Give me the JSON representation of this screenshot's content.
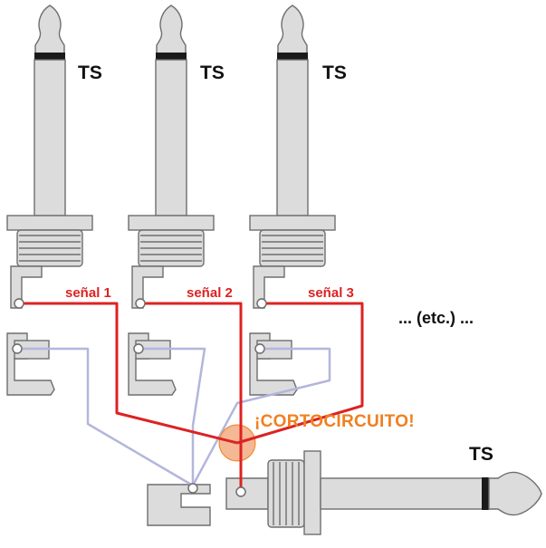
{
  "labels": {
    "plug_type": "TS",
    "signal_1": "señal 1",
    "signal_2": "señal 2",
    "signal_3": "señal 3",
    "etc": "... (etc.) ...",
    "short_circuit": "¡CORTOCIRCUITO!"
  },
  "colors": {
    "signal_wire": "#dd2222",
    "ground_wire": "#b3b6dc",
    "short_marker": "#f0a070",
    "short_text": "#f08020",
    "metal_fill": "#dcdcdc",
    "outline": "#6e6e6e",
    "insulator_ring": "#1a1a1a"
  }
}
